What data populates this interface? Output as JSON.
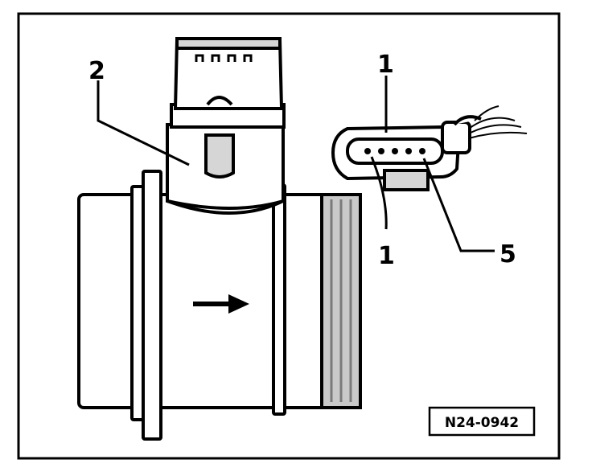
{
  "figure": {
    "reference_code": "N24-0942",
    "callouts": {
      "meter_body": "2",
      "connector": "1",
      "pin_first": "1",
      "pin_last": "5"
    }
  },
  "colors": {
    "line": "#000000",
    "fill": "#ffffff",
    "shade": "#d6d6d6",
    "dark_shade": "#9a9a9a"
  }
}
